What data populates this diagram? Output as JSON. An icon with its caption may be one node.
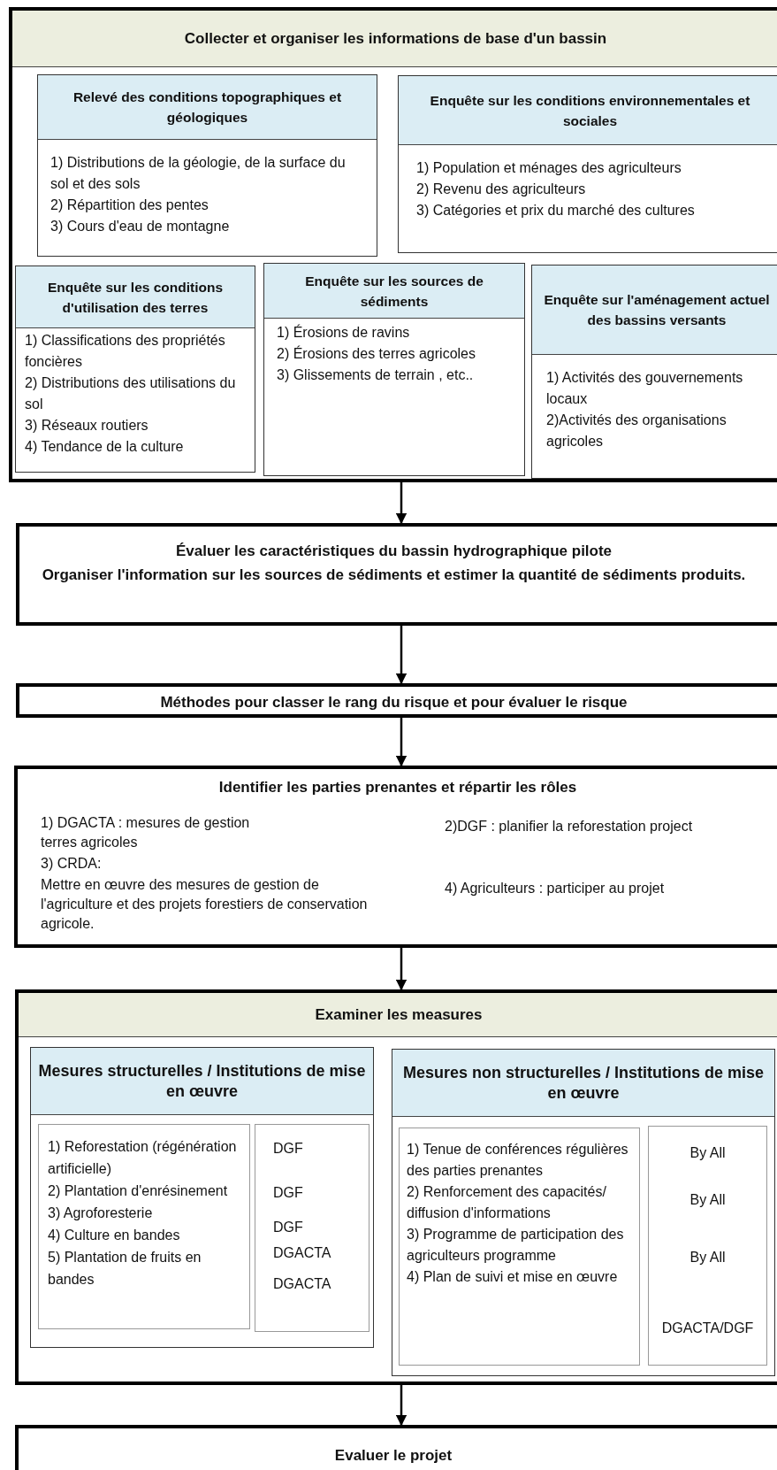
{
  "diagram": {
    "nodes": [
      {
        "text": [
          "Collecter et organiser les informations de base d'un bassin"
        ]
      },
      {
        "text": [
          "Relevé des conditions topographiques et géologiques",
          "1) Distributions de la géologie, de la surface du sol et des sols",
          "2) Répartition des pentes",
          "3) Cours d'eau de montagne"
        ],
        "in": 0
      },
      {
        "text": [
          "Enquête sur les conditions environnementales et sociales",
          "1) Population et ménages des agriculteurs",
          "2) Revenu des agriculteurs",
          "3) Catégories et prix du marché des cultures"
        ],
        "in": 0
      },
      {
        "text": [
          "Enquête sur les conditions d'utilisation des terres",
          "1) Classifications des propriétés foncières",
          "2) Distributions des utilisations du sol",
          "3) Réseaux routiers",
          "4) Tendance de la culture"
        ],
        "in": 0
      },
      {
        "text": [
          "Enquête sur les sources de sédiments",
          "1) Érosions de ravins",
          "2) Érosions des terres agricoles",
          "3) Glissements de terrain , etc.."
        ],
        "in": 0
      },
      {
        "text": [
          "Enquête sur l'aménagement actuel des bassins versants",
          "1) Activités des gouvernements locaux",
          "2)Activités des organisations agricoles"
        ],
        "in": 0
      },
      {
        "text": [
          "Évaluer les caractéristiques du bassin hydrographique pilote",
          "Organiser l'information sur les sources de sédiments et estimer la quantité de sédiments produits."
        ]
      },
      {
        "text": [
          "Méthodes pour classer le rang du risque et pour évaluer le risque"
        ]
      },
      {
        "text": [
          "Identifier les parties prenantes et répartir les rôles",
          "1) DGACTA : mesures de gestion terres agricoles",
          "2)DGF : planifier la reforestation project",
          "3) CRDA:",
          "Mettre en œuvre des mesures de gestion de l'agriculture et des projets forestiers de conservation agricole.",
          "4) Agriculteurs : participer au projet"
        ]
      },
      {
        "text": [
          "Examiner les measures"
        ]
      },
      {
        "text": [
          "Mesures structurelles / Institutions de mise en œuvre"
        ],
        "in": 9
      },
      {
        "text": [
          "1) Reforestation (régénération artificielle)",
          "2) Plantation d'enrésinement",
          "3) Agroforesterie",
          "4) Culture en bandes",
          "5) Plantation de fruits en bandes"
        ],
        "in": 10
      },
      {
        "text": [
          "DGF",
          "DGF",
          "DGF",
          "DGACTA",
          "DGACTA"
        ],
        "in": 10
      },
      {
        "text": [
          "Mesures non structurelles / Institutions de mise en œuvre"
        ],
        "in": 9
      },
      {
        "text": [
          "1) Tenue de conférences régulières des parties prenantes",
          "2) Renforcement des capacités/ diffusion d'informations",
          "3) Programme de participation des agriculteurs programme",
          "4) Plan de suivi et mise en œuvre"
        ],
        "in": 13
      },
      {
        "text": [
          "By All",
          "By All",
          "By All",
          "DGACTA/DGF"
        ],
        "in": 13
      },
      {
        "text": [
          "Evaluer le projet"
        ]
      }
    ],
    "edges": [
      {
        "from": 0,
        "to": 6,
        "arrow": "to"
      },
      {
        "from": 6,
        "to": 7,
        "arrow": "to"
      },
      {
        "from": 7,
        "to": 8,
        "arrow": "to"
      },
      {
        "from": 8,
        "to": 9,
        "arrow": "to"
      },
      {
        "from": 9,
        "to": 16,
        "arrow": "to"
      }
    ]
  }
}
